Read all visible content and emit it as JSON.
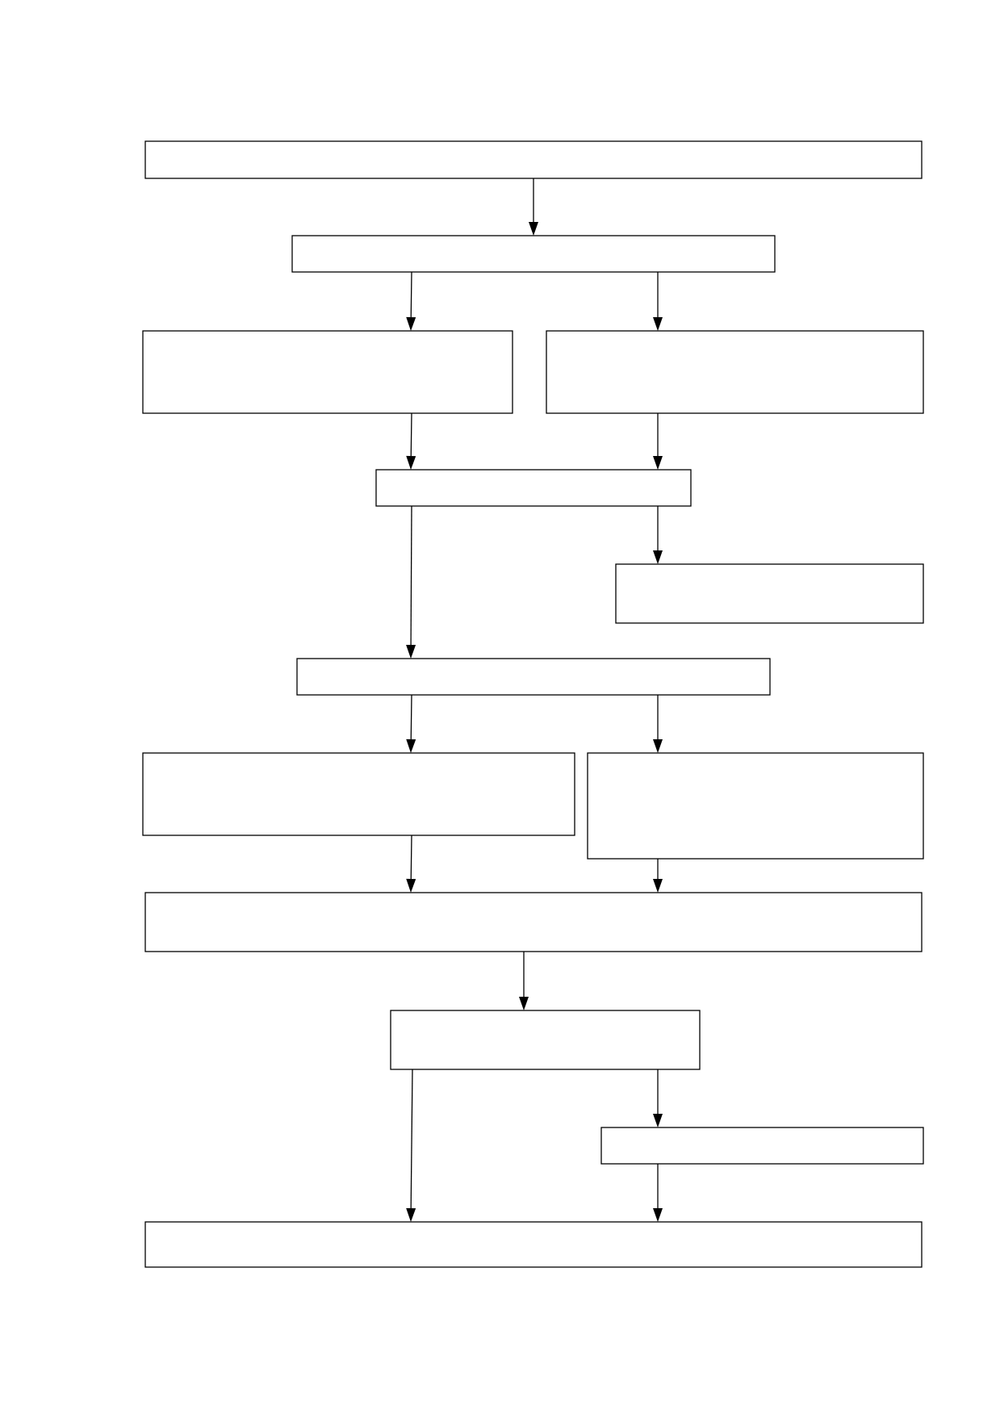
{
  "diagram": {
    "type": "flowchart",
    "nodes": [
      {
        "id": "n1",
        "text": ""
      },
      {
        "id": "n2",
        "text": ""
      },
      {
        "id": "n3",
        "text": ""
      },
      {
        "id": "n4",
        "text": ""
      },
      {
        "id": "n5",
        "text": ""
      },
      {
        "id": "n6",
        "text": ""
      },
      {
        "id": "n7",
        "text": ""
      },
      {
        "id": "n8",
        "text": ""
      },
      {
        "id": "n9",
        "text": ""
      },
      {
        "id": "n10",
        "text": ""
      },
      {
        "id": "n11",
        "text": ""
      },
      {
        "id": "n12",
        "text": ""
      },
      {
        "id": "n13",
        "text": ""
      }
    ],
    "edges": [
      {
        "from": "n1",
        "to": "n2"
      },
      {
        "from": "n2",
        "to": "n3"
      },
      {
        "from": "n2",
        "to": "n4"
      },
      {
        "from": "n3",
        "to": "n5"
      },
      {
        "from": "n4",
        "to": "n5"
      },
      {
        "from": "n5",
        "to": "n6"
      },
      {
        "from": "n5",
        "to": "n7"
      },
      {
        "from": "n7",
        "to": "n8"
      },
      {
        "from": "n7",
        "to": "n9"
      },
      {
        "from": "n8",
        "to": "n10"
      },
      {
        "from": "n9",
        "to": "n10"
      },
      {
        "from": "n10",
        "to": "n11"
      },
      {
        "from": "n11",
        "to": "n12"
      },
      {
        "from": "n11",
        "to": "n13"
      },
      {
        "from": "n12",
        "to": "n13"
      }
    ]
  }
}
